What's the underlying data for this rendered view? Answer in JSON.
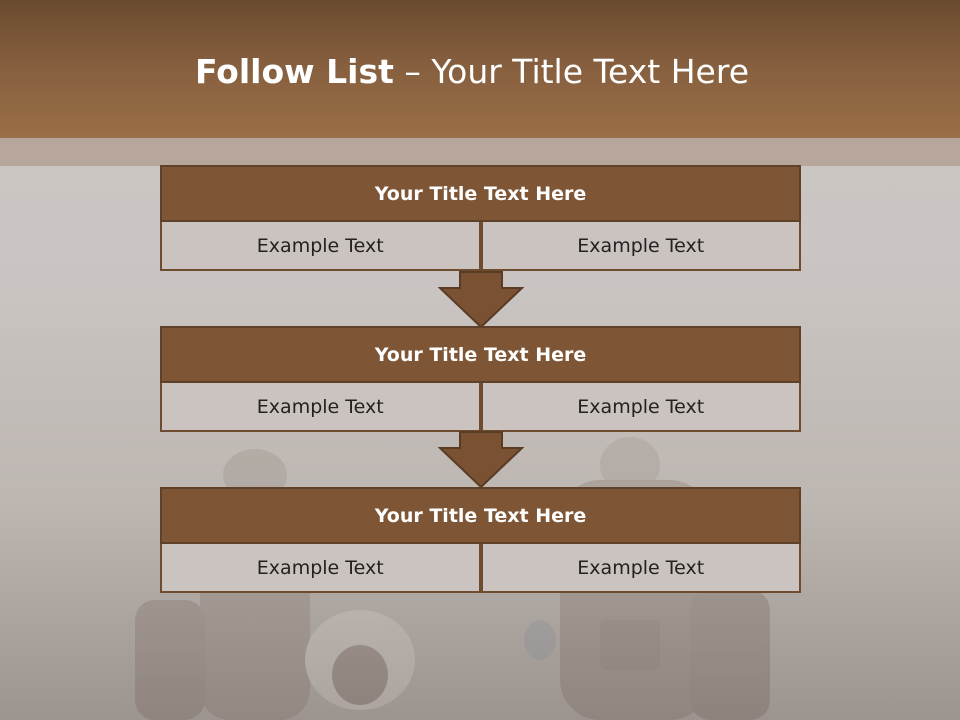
{
  "slide": {
    "title_bold": "Follow List",
    "title_sep": " – ",
    "title_rest": "Your Title Text Here"
  },
  "blocks": [
    {
      "title": "Your Title Text Here",
      "left": "Example Text",
      "right": "Example Text"
    },
    {
      "title": "Your Title Text Here",
      "left": "Example Text",
      "right": "Example Text"
    },
    {
      "title": "Your Title Text Here",
      "left": "Example Text",
      "right": "Example Text"
    }
  ],
  "colors": {
    "header": "#87603f",
    "block_head": "#7e5636",
    "cell": "#cbc3bf",
    "arrow": "#7a5233"
  },
  "icons": [
    "down-arrow-icon",
    "down-arrow-icon"
  ]
}
